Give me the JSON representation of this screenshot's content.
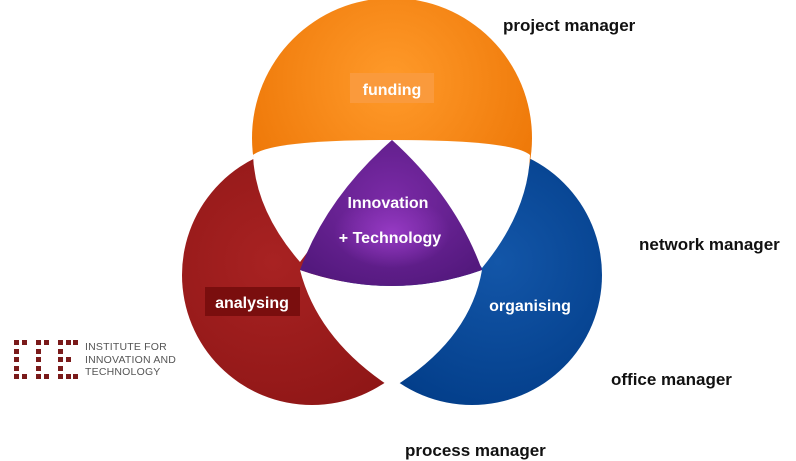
{
  "diagram": {
    "circles": [
      {
        "id": "top",
        "label": "funding",
        "color": "#f07d00"
      },
      {
        "id": "left",
        "label": "analysing",
        "color": "#9b1b1b"
      },
      {
        "id": "right",
        "label": "organising",
        "color": "#003f8f"
      }
    ],
    "center": {
      "line1": "Innovation",
      "line2": "+ Technology",
      "color": "#5c1c8c"
    },
    "roles": {
      "project": "project manager",
      "network": "network manager",
      "office": "office manager",
      "process": "process manager"
    }
  },
  "logo": {
    "line1": "INSTITUTE FOR",
    "line2": "INNOVATION AND",
    "line3": "TECHNOLOGY",
    "color": "#7a1a1a"
  }
}
